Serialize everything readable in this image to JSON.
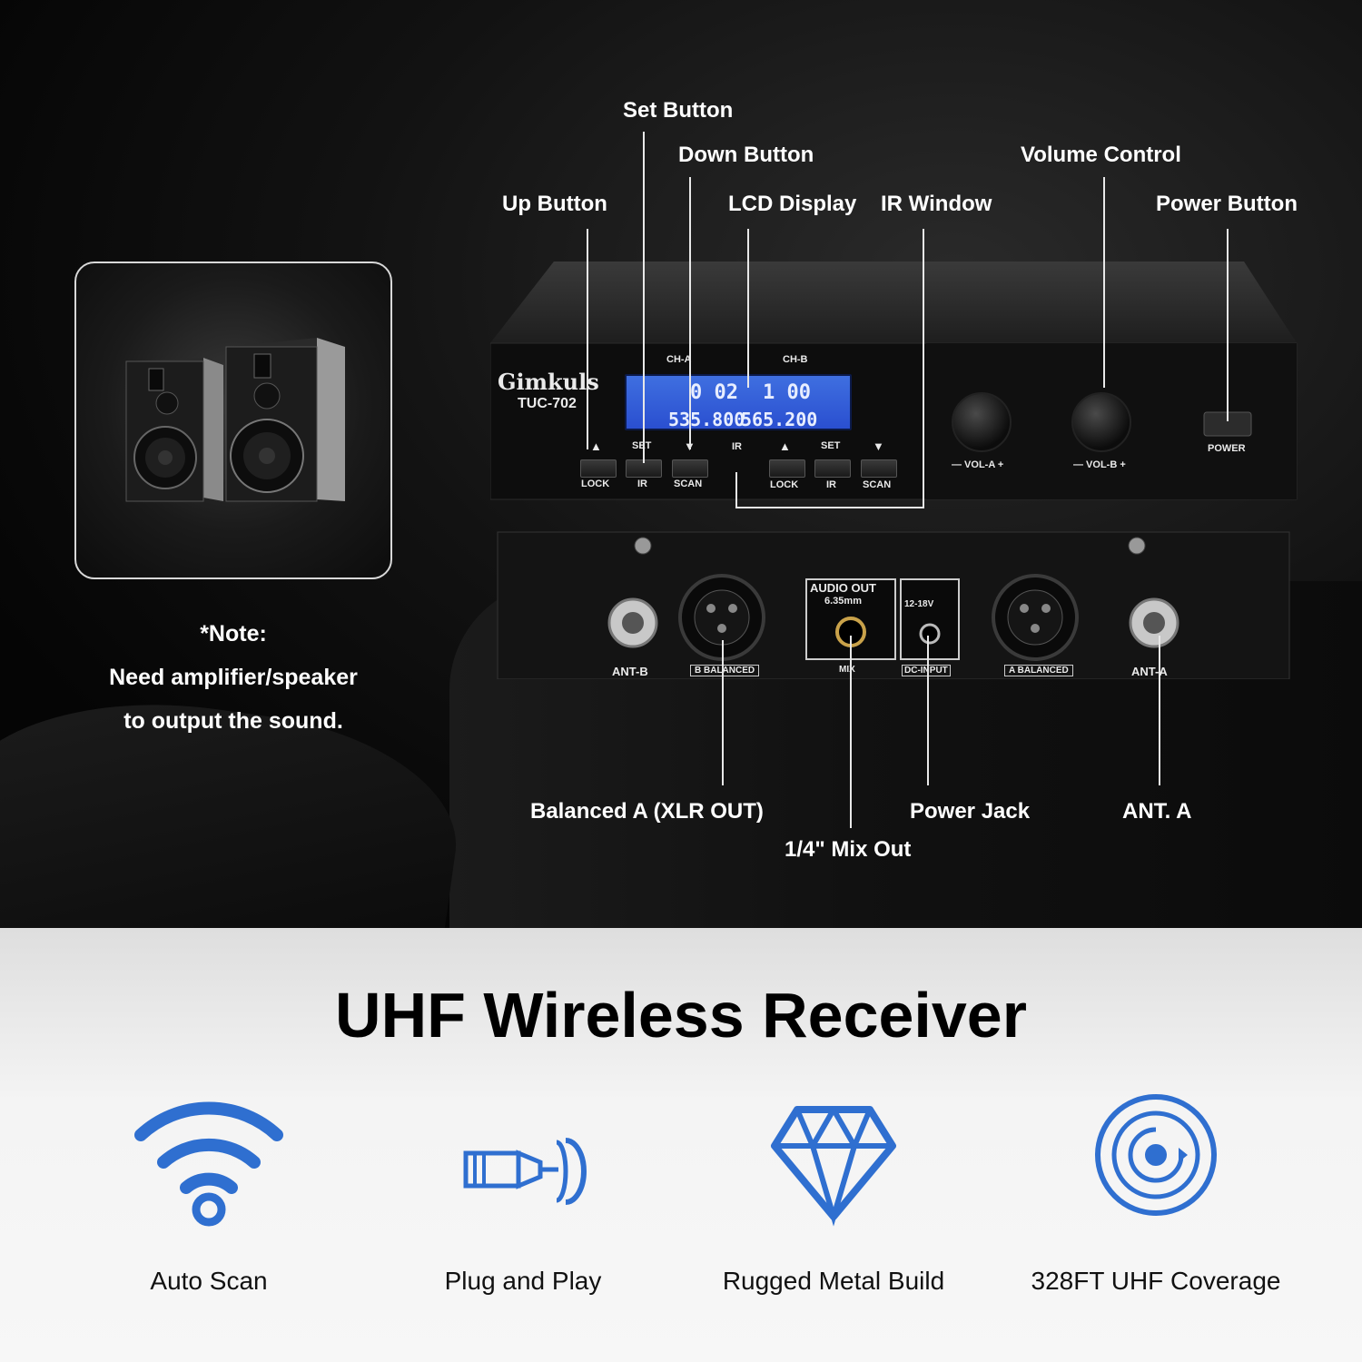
{
  "brand": "Gimkuls",
  "model": "TUC-702",
  "callouts_top": {
    "set_button": "Set Button",
    "down_button": "Down Button",
    "up_button": "Up Button",
    "lcd_display": "LCD Display",
    "ir_window": "IR Window",
    "volume_control": "Volume Control",
    "power_button": "Power Button"
  },
  "callouts_bottom": {
    "balanced_a": "Balanced A (XLR OUT)",
    "mix_out": "1/4\" Mix Out",
    "power_jack": "Power Jack",
    "ant_a": "ANT. A"
  },
  "note": {
    "line1": "*Note:",
    "line2": "Need amplifier/speaker",
    "line3": "to output the sound."
  },
  "receiver_panel": {
    "ch_a": "CH-A",
    "ch_b": "CH-B",
    "lcd_ch_a": "0 02",
    "lcd_ch_b": "1 00",
    "lcd_freq_a": "535.800",
    "lcd_freq_b": "565.200",
    "set": "SET",
    "lock": "LOCK",
    "ir": "IR",
    "scan": "SCAN",
    "vol_a": "— VOL-A +",
    "vol_b": "— VOL-B +",
    "power": "POWER"
  },
  "rear_panel": {
    "ant_b": "ANT-B",
    "b_balanced": "B BALANCED",
    "audio_out": "AUDIO OUT",
    "audio_out_size": "6.35mm",
    "mix": "MIX",
    "voltage": "12-18V",
    "dc_input": "DC-INPUT",
    "a_balanced": "A BALANCED",
    "ant_a": "ANT-A"
  },
  "title": "UHF Wireless Receiver",
  "features": [
    {
      "label": "Auto Scan",
      "icon": "wifi-icon"
    },
    {
      "label": "Plug and Play",
      "icon": "plug-icon"
    },
    {
      "label": "Rugged Metal Build",
      "icon": "diamond-icon"
    },
    {
      "label": "328FT UHF Coverage",
      "icon": "coverage-icon"
    }
  ],
  "colors": {
    "accent_blue": "#2f6fd0",
    "lcd_blue": "#3a62dc",
    "dark_bg": "#0b0b0b",
    "light_bg": "#f3f3f3"
  }
}
